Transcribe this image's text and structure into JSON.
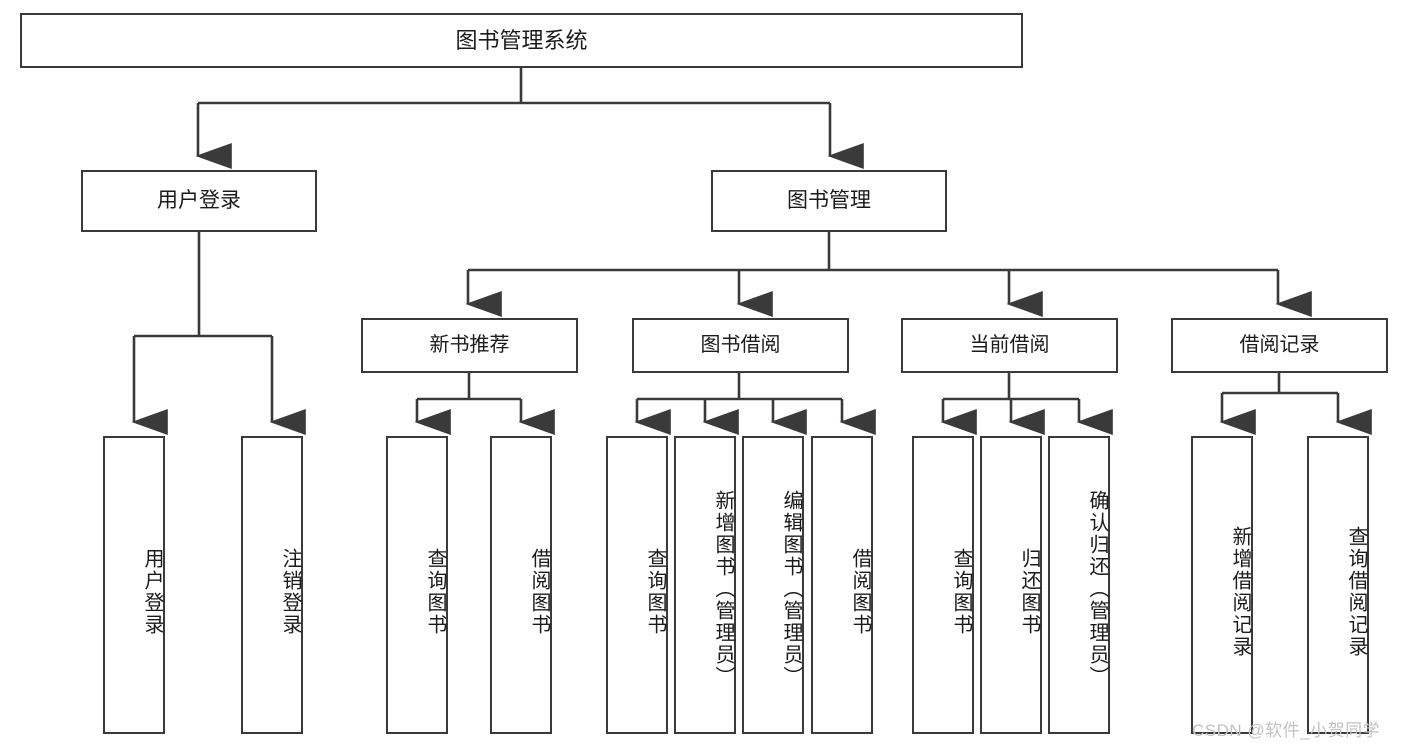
{
  "diagram": {
    "title": "图书管理系统",
    "type": "hierarchy-tree",
    "root": {
      "label": "图书管理系统"
    },
    "level2": [
      {
        "label": "用户登录"
      },
      {
        "label": "图书管理"
      }
    ],
    "level3": [
      {
        "label": "新书推荐"
      },
      {
        "label": "图书借阅"
      },
      {
        "label": "当前借阅"
      },
      {
        "label": "借阅记录"
      }
    ],
    "leaves": {
      "user_login": [
        {
          "label": "用户登录"
        },
        {
          "label": "注销登录"
        }
      ],
      "new_book_recommend": [
        {
          "label": "查询图书"
        },
        {
          "label": "借阅图书"
        }
      ],
      "book_borrow": [
        {
          "label": "查询图书"
        },
        {
          "label": "新增图书（管理员）"
        },
        {
          "label": "编辑图书（管理员）"
        },
        {
          "label": "借阅图书"
        }
      ],
      "current_borrow": [
        {
          "label": "查询图书"
        },
        {
          "label": "归还图书"
        },
        {
          "label": "确认归还（管理员）"
        }
      ],
      "borrow_record": [
        {
          "label": "新增借阅记录"
        },
        {
          "label": "查询借阅记录"
        }
      ]
    }
  },
  "watermark": {
    "text": "CSDN @软件_小贺同学"
  },
  "colors": {
    "stroke": "#3a3a3a",
    "text": "#1b1b1b",
    "background": "#ffffff",
    "watermark": "#c2c2c2"
  }
}
